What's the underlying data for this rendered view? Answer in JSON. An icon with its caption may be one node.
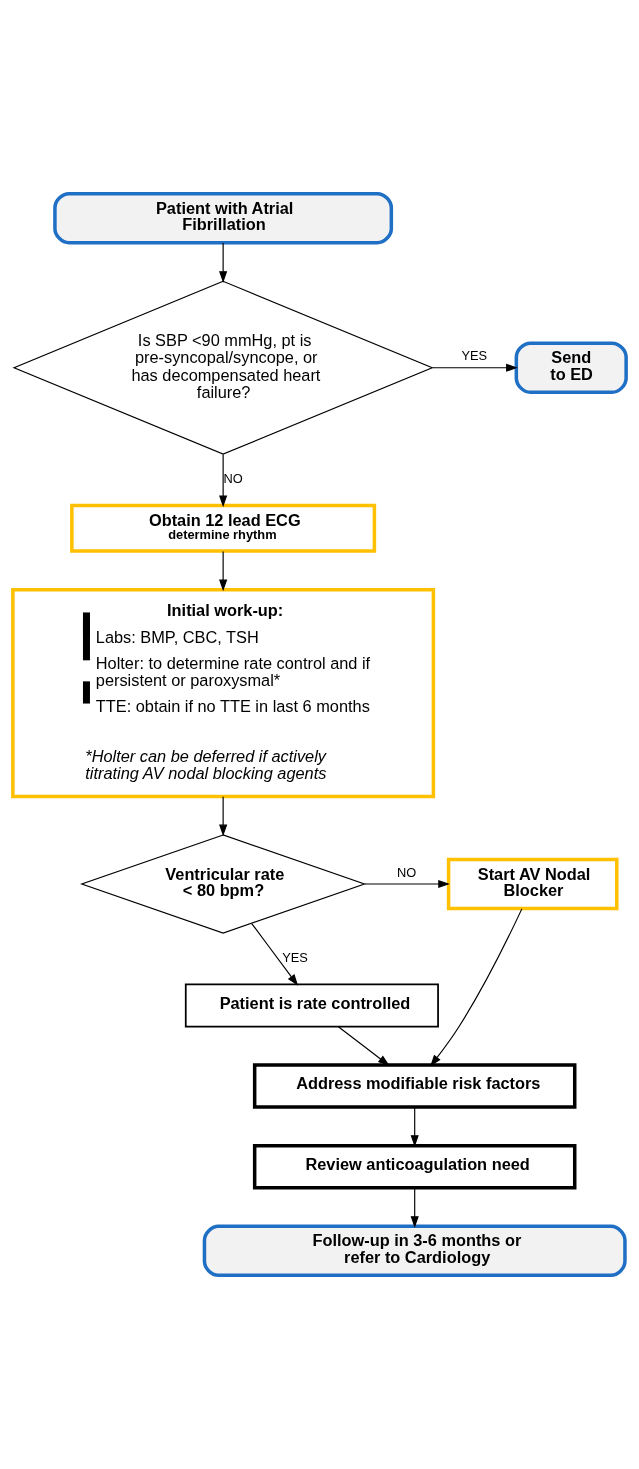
{
  "diagram": {
    "nodes": [
      {
        "text": [
          "Patient with Atrial Fibrillation"
        ]
      },
      {
        "text": [
          "Is SBP <90 mmHg, pt is pre-syncopal/syncope, or has decompensated heart failure?"
        ]
      },
      {
        "text": [
          "Send to ED"
        ]
      },
      {
        "text": [
          "Obtain 12 lead ECG",
          "determine rhythm"
        ]
      },
      {
        "text": [
          "Initial work-up:",
          "Labs: BMP, CBC, TSH",
          "Holter: to determine rate control and if persistent or paroxysmal*",
          "TTE: obtain if no TTE in last 6 months",
          "*Holter can be deferred if actively titrating AV nodal blocking agents"
        ]
      },
      {
        "text": [
          "Ventricular rate < 80 bpm?"
        ]
      },
      {
        "text": [
          "Start AV Nodal Blocker"
        ]
      },
      {
        "text": [
          "Patient is rate controlled"
        ]
      },
      {
        "text": [
          "Address modifiable risk factors"
        ]
      },
      {
        "text": [
          "Review anticoagulation need"
        ]
      },
      {
        "text": [
          "Follow-up in 3-6 months or refer to Cardiology"
        ]
      }
    ],
    "edges": [
      {
        "from": 0,
        "to": 1,
        "arrow": "to"
      },
      {
        "from": 1,
        "to": 2,
        "arrow": "to",
        "label": "YES"
      },
      {
        "from": 1,
        "to": 3,
        "arrow": "to",
        "label": "NO"
      },
      {
        "from": 3,
        "to": 4,
        "arrow": "to"
      },
      {
        "from": 4,
        "to": 5,
        "arrow": "to"
      },
      {
        "from": 5,
        "to": 6,
        "arrow": "to",
        "label": "NO"
      },
      {
        "from": 5,
        "to": 7,
        "arrow": "to",
        "label": "YES"
      },
      {
        "from": 7,
        "to": 8,
        "arrow": "to"
      },
      {
        "from": 6,
        "to": 8,
        "arrow": "to"
      },
      {
        "from": 8,
        "to": 9,
        "arrow": "to"
      },
      {
        "from": 9,
        "to": 10,
        "arrow": "to"
      }
    ]
  }
}
